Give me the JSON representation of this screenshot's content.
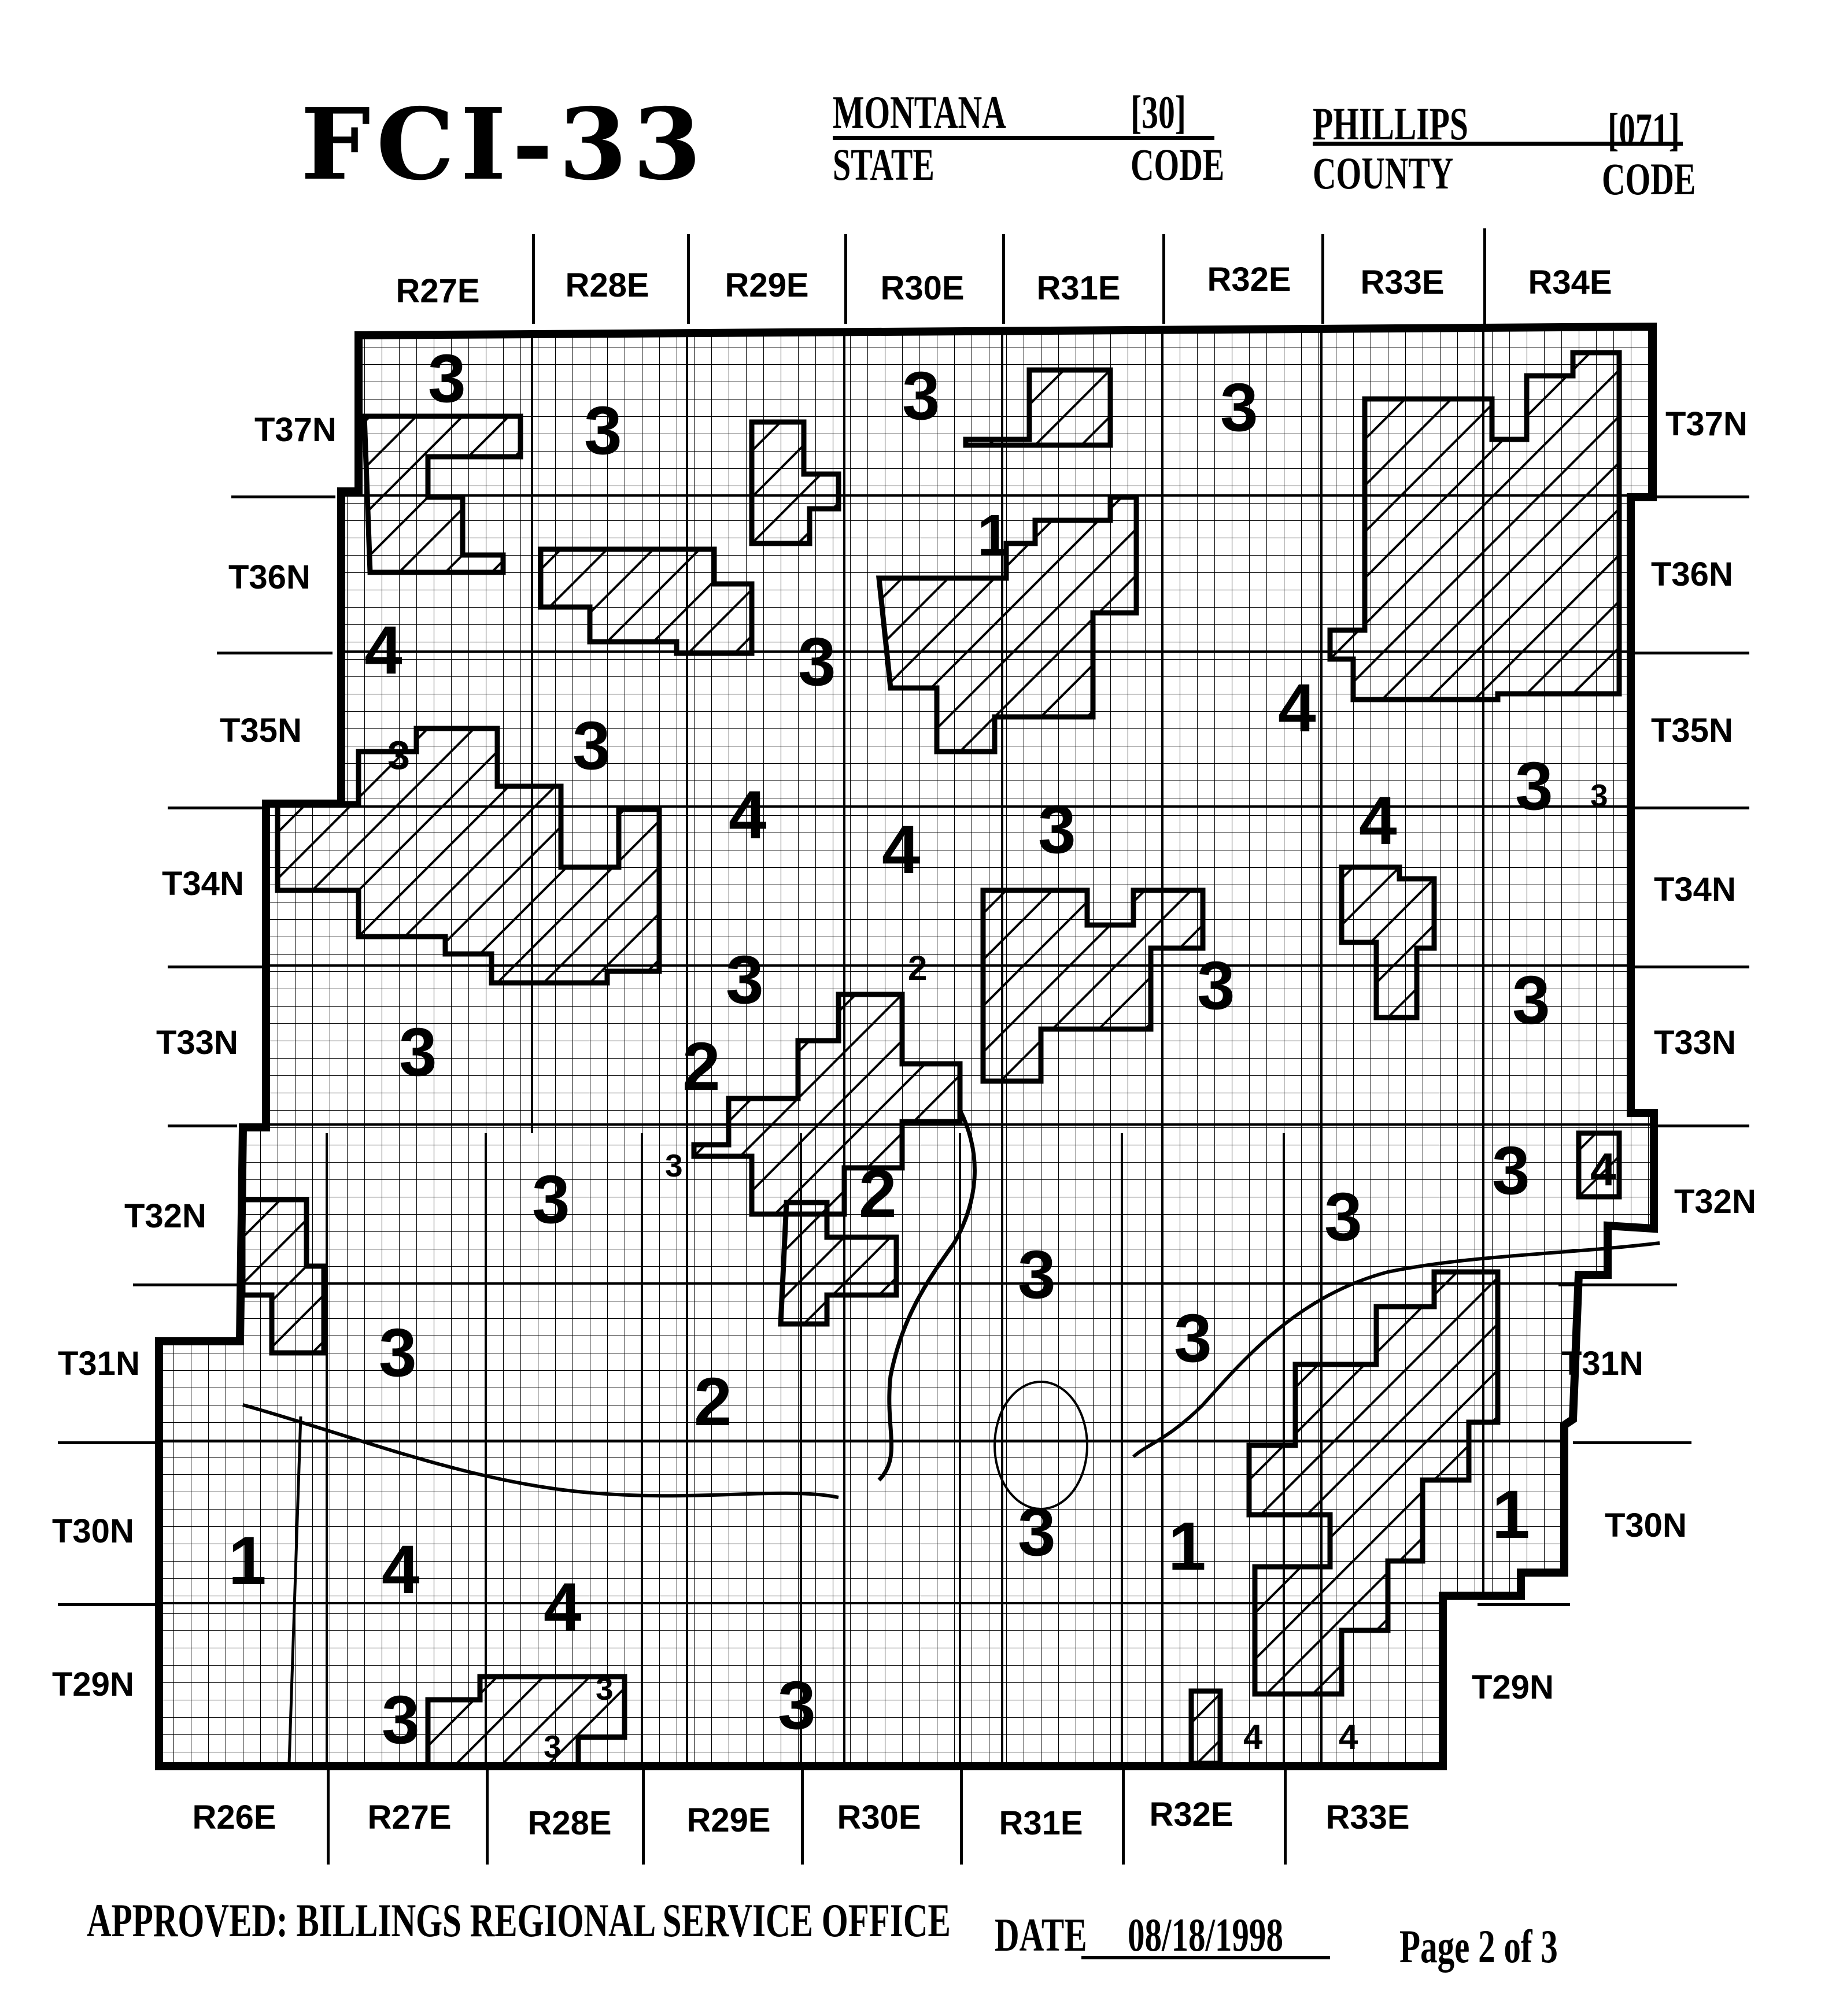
{
  "header": {
    "form_id": "FCI-33",
    "state_name": "MONTANA",
    "state_code": "[30]",
    "state_label": "STATE",
    "state_code_label": "CODE",
    "county_name": "PHILLIPS",
    "county_code": "[071]",
    "county_label": "COUNTY",
    "county_code_label": "CODE"
  },
  "ranges_top": [
    "R27E",
    "R28E",
    "R29E",
    "R30E",
    "R31E",
    "R32E",
    "R33E",
    "R34E"
  ],
  "ranges_bottom": [
    "R26E",
    "R27E",
    "R28E",
    "R29E",
    "R30E",
    "R31E",
    "R32E",
    "R33E"
  ],
  "townships_left": [
    "T37N",
    "T36N",
    "T35N",
    "T34N",
    "T33N",
    "T32N",
    "T31N",
    "T30N",
    "T29N"
  ],
  "townships_right": [
    "T37N",
    "T36N",
    "T35N",
    "T34N",
    "T33N",
    "T32N",
    "T31N",
    "T30N",
    "T29N"
  ],
  "zone_labels": [
    "3",
    "3",
    "3",
    "3",
    "3",
    "1",
    "3",
    "3",
    "3",
    "3",
    "4",
    "3",
    "4",
    "4",
    "3",
    "4",
    "4",
    "3",
    "3",
    "3",
    "3",
    "3",
    "3",
    "3",
    "2",
    "2",
    "3",
    "3",
    "3",
    "2",
    "3",
    "3",
    "3",
    "4",
    "2",
    "3",
    "3",
    "1",
    "1",
    "1",
    "4",
    "4",
    "3",
    "3",
    "4",
    "4"
  ],
  "footer": {
    "approved": "APPROVED: BILLINGS REGIONAL SERVICE OFFICE",
    "date_label": "DATE",
    "date": "08/18/1998",
    "page": "Page 2 of 3"
  },
  "colors": {
    "ink": "#000000",
    "paper": "#ffffff"
  }
}
